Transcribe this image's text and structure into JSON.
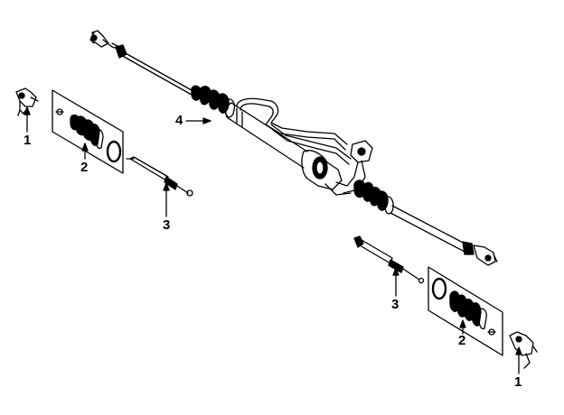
{
  "callouts": {
    "tie_rod_end_left": "1",
    "tie_rod_end_right": "1",
    "boot_kit_left": "2",
    "boot_kit_right": "2",
    "inner_tie_rod_left": "3",
    "inner_tie_rod_right": "3",
    "rack_and_pinion": "4"
  },
  "colors": {
    "line": "#000000",
    "background": "#ffffff"
  }
}
